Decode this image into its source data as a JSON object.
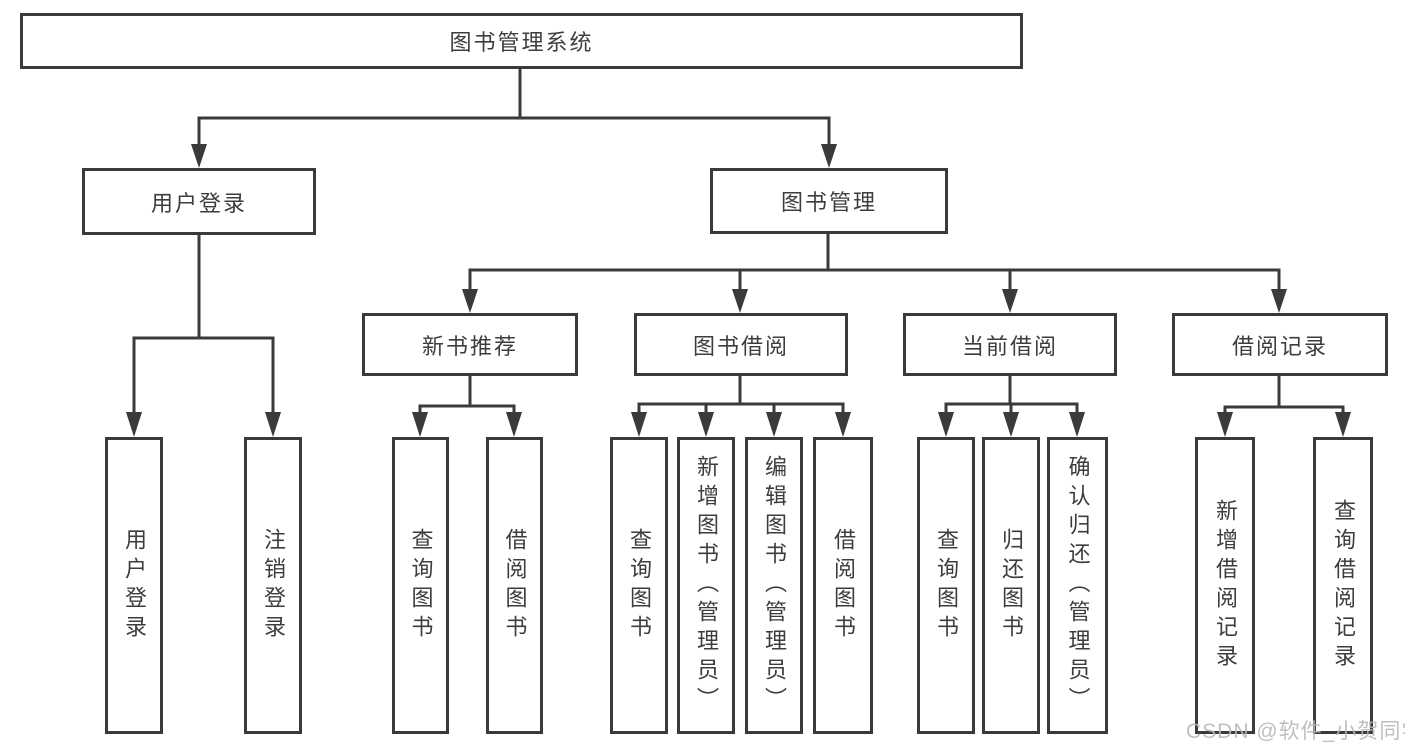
{
  "diagram": {
    "type": "hierarchy-tree",
    "watermark": "CSDN @软件_小贺同学",
    "colors": {
      "line": "#3a3a3a",
      "text": "#3d3d3d",
      "box_bg": "#ffffff",
      "watermark": "#b9b9b9"
    },
    "tree": {
      "label": "图书管理系统",
      "children": [
        {
          "label": "用户登录",
          "children": [
            {
              "label": "用户登录"
            },
            {
              "label": "注销登录"
            }
          ]
        },
        {
          "label": "图书管理",
          "children": [
            {
              "label": "新书推荐",
              "children": [
                {
                  "label": "查询图书"
                },
                {
                  "label": "借阅图书"
                }
              ]
            },
            {
              "label": "图书借阅",
              "children": [
                {
                  "label": "查询图书"
                },
                {
                  "label": "新增图书（管理员）"
                },
                {
                  "label": "编辑图书（管理员）"
                },
                {
                  "label": "借阅图书"
                }
              ]
            },
            {
              "label": "当前借阅",
              "children": [
                {
                  "label": "查询图书"
                },
                {
                  "label": "归还图书"
                },
                {
                  "label": "确认归还（管理员）"
                }
              ]
            },
            {
              "label": "借阅记录",
              "children": [
                {
                  "label": "新增借阅记录"
                },
                {
                  "label": "查询借阅记录"
                }
              ]
            }
          ]
        }
      ]
    }
  }
}
